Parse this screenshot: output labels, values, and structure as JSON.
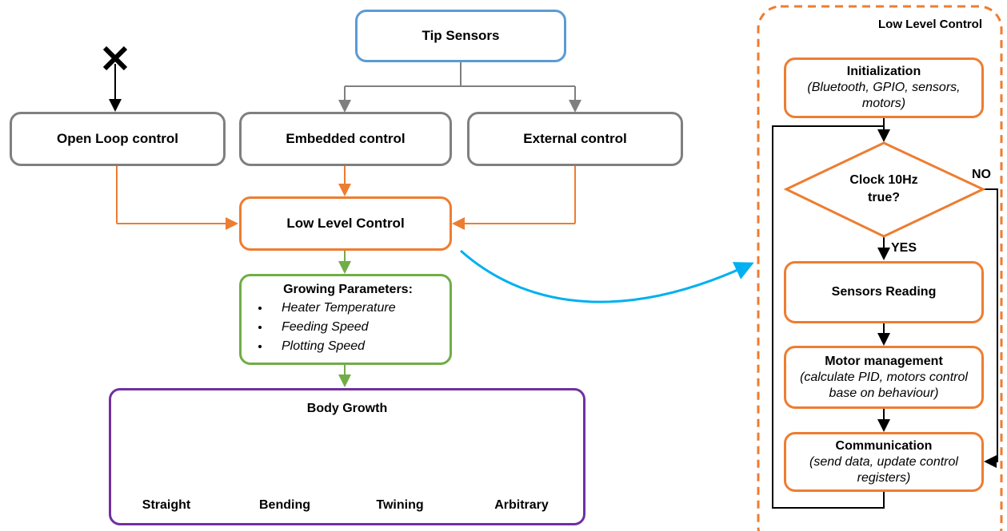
{
  "tip_sensors": "Tip Sensors",
  "open_loop": "Open Loop control",
  "embedded": "Embedded control",
  "external": "External control",
  "low_level": "Low Level Control",
  "growing": {
    "title": "Growing Parameters:",
    "items": [
      "Heater Temperature",
      "Feeding Speed",
      "Plotting Speed"
    ]
  },
  "body_growth": {
    "title": "Body Growth",
    "modes": [
      "Straight",
      "Bending",
      "Twining",
      "Arbitrary"
    ]
  },
  "flowchart": {
    "title": "Low Level Control",
    "init": {
      "title": "Initialization",
      "detail": "(Bluetooth, GPIO, sensors, motors)"
    },
    "decision": "Clock 10Hz true?",
    "no": "NO",
    "yes": "YES",
    "sensors": "Sensors Reading",
    "motor": {
      "title": "Motor management",
      "detail": "(calculate PID, motors control base on behaviour)"
    },
    "comm": {
      "title": "Communication",
      "detail": "(send data, update control registers)"
    }
  },
  "colors": {
    "gray": "#7f7f7f",
    "blue": "#5b9bd5",
    "orange": "#ed7d31",
    "green": "#70ad47",
    "purple": "#7030a0",
    "cyan": "#00b0f0",
    "glyph": "#0066ff"
  }
}
